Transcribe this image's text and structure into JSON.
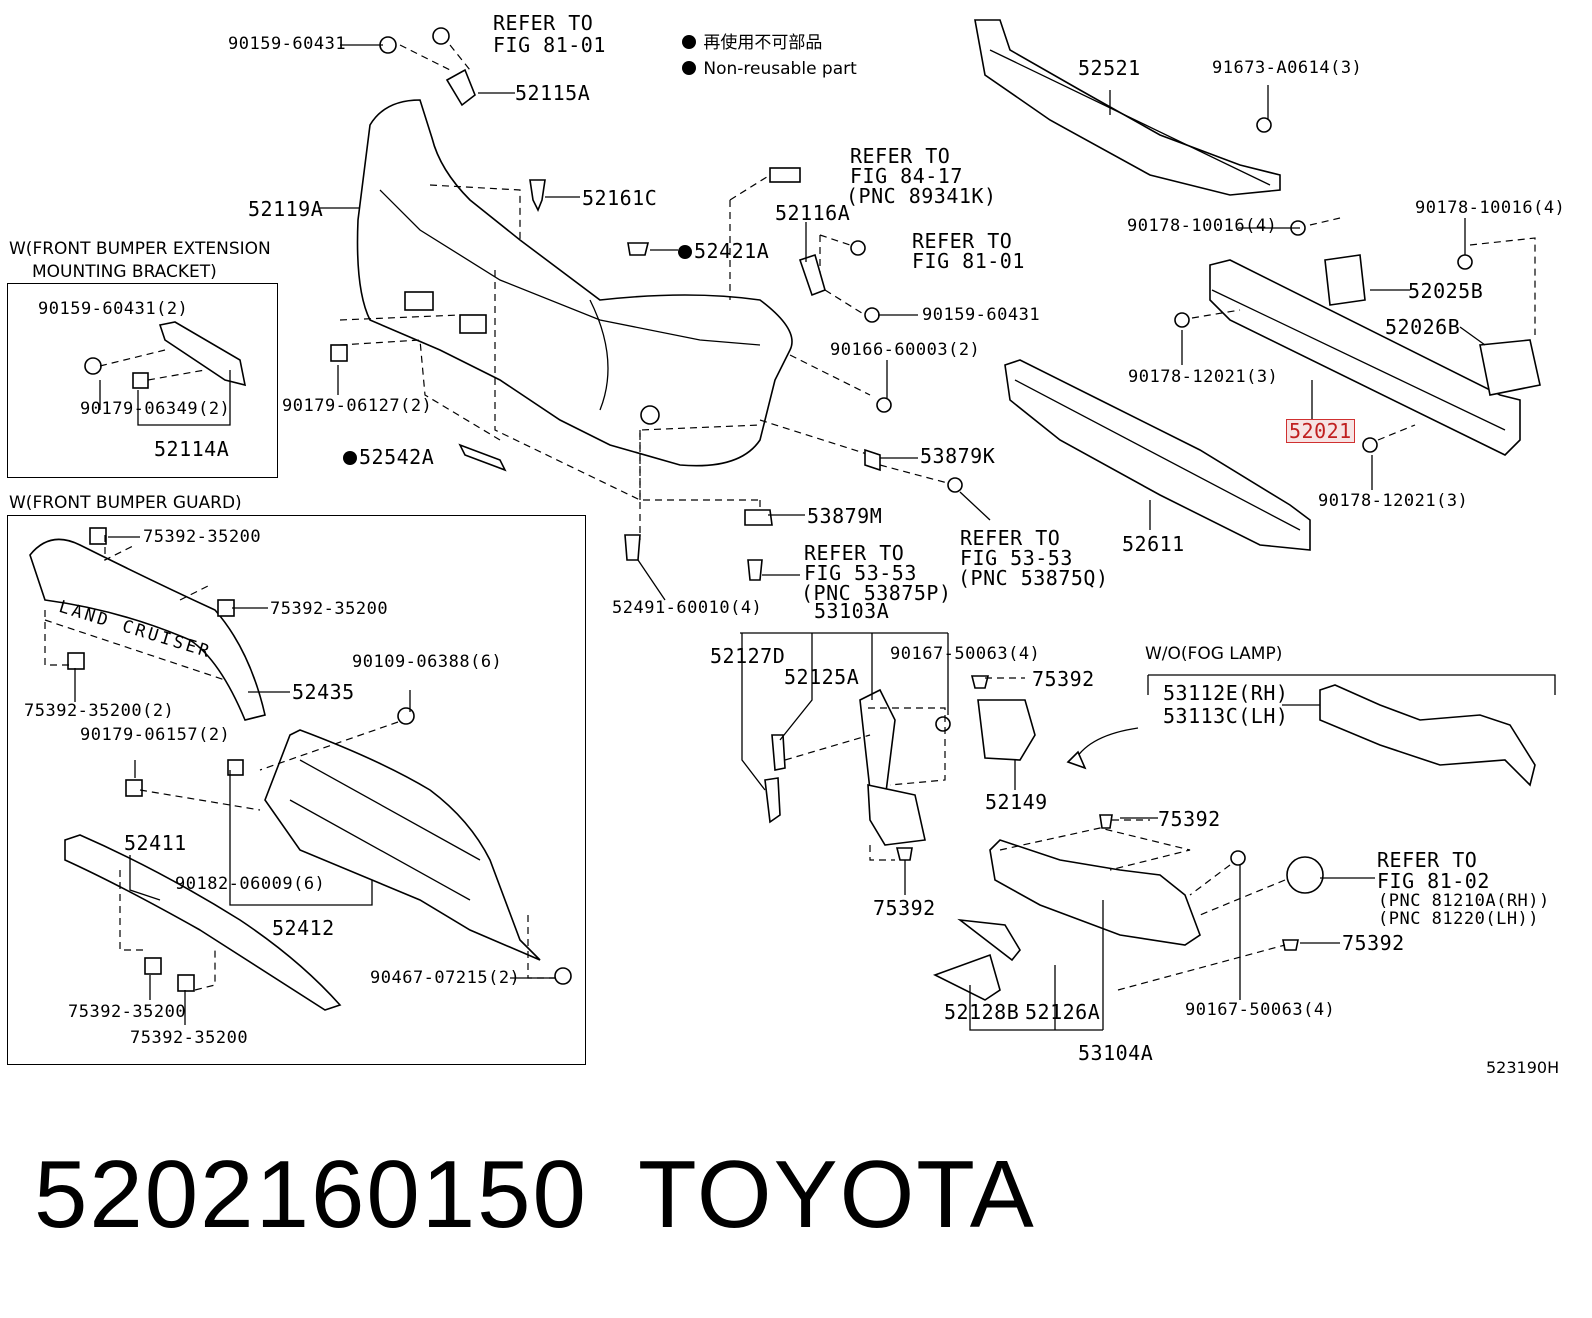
{
  "legend": {
    "jp": "再使用不可部品",
    "en": "Non-reusable part"
  },
  "boxes": {
    "extension_title_1": "W(FRONT BUMPER EXTENSION",
    "extension_title_2": "MOUNTING BRACKET)",
    "guard_title": "W(FRONT BUMPER GUARD)",
    "fog_title": "W/O(FOG LAMP)"
  },
  "labels": {
    "p90159_60431_top": "90159-60431",
    "refer_8101_a1": "REFER TO",
    "refer_8101_a2": "FIG 81-01",
    "p52115A": "52115A",
    "p52119A": "52119A",
    "p52161C": "52161C",
    "refer_8417_1": "REFER TO",
    "refer_8417_2": "FIG 84-17",
    "refer_8417_3": "(PNC 89341K)",
    "p52116A": "52116A",
    "refer_8101_b1": "REFER TO",
    "refer_8101_b2": "FIG 81-01",
    "p52421A": "52421A",
    "p90159_60431_mid": "90159-60431",
    "p90166_60003": "90166-60003(2)",
    "p90179_06127": "90179-06127(2)",
    "p52542A": "52542A",
    "p53879K": "53879K",
    "p53879M": "53879M",
    "refer_5353a_1": "REFER TO",
    "refer_5353a_2": "FIG 53-53",
    "refer_5353a_3": "(PNC 53875Q)",
    "refer_5353b_1": "REFER TO",
    "refer_5353b_2": "FIG 53-53",
    "refer_5353b_3": "(PNC 53875P)",
    "p52491_60010": "52491-60010(4)",
    "p53103A": "53103A",
    "p52127D": "52127D",
    "p52125A": "52125A",
    "p90167_50063_a": "90167-50063(4)",
    "p75392_a": "75392",
    "p52149": "52149",
    "p75392_b": "75392",
    "p75392_c": "75392",
    "p75392_d": "75392",
    "p52521": "52521",
    "p91673_A0614": "91673-A0614(3)",
    "p90178_10016_a": "90178-10016(4)",
    "p90178_10016_b": "90178-10016(4)",
    "p52025B": "52025B",
    "p52026B": "52026B",
    "p90178_12021_a": "90178-12021(3)",
    "p52021": "52021",
    "p90178_12021_b": "90178-12021(3)",
    "p52611": "52611",
    "p53112E": "53112E(RH)",
    "p53113C": "53113C(LH)",
    "refer_8102_1": "REFER TO",
    "refer_8102_2": "FIG 81-02",
    "refer_8102_3": "(PNC 81210A(RH))",
    "refer_8102_4": "(PNC 81220(LH))",
    "p90167_50063_b": "90167-50063(4)",
    "p52128B": "52128B",
    "p52126A": "52126A",
    "p53104A": "53104A",
    "p90159_60431_2": "90159-60431(2)",
    "p90179_06349": "90179-06349(2)",
    "p52114A": "52114A",
    "p75392_35200_a": "75392-35200",
    "p75392_35200_b": "75392-35200",
    "p75392_35200_c": "75392-35200(2)",
    "p52435": "52435",
    "p90109_06388": "90109-06388(6)",
    "p90179_06157": "90179-06157(2)",
    "p52411": "52411",
    "p90182_06009": "90182-06009(6)",
    "p52412": "52412",
    "p90467_07215": "90467-07215(2)",
    "p75392_35200_d": "75392-35200",
    "p75392_35200_e": "75392-35200",
    "guard_emboss": "LAND CRUISER"
  },
  "diagram_code": "523190H",
  "footer": {
    "part_number": "5202160150",
    "brand": "TOYOTA"
  },
  "highlight_color": "#d03030"
}
